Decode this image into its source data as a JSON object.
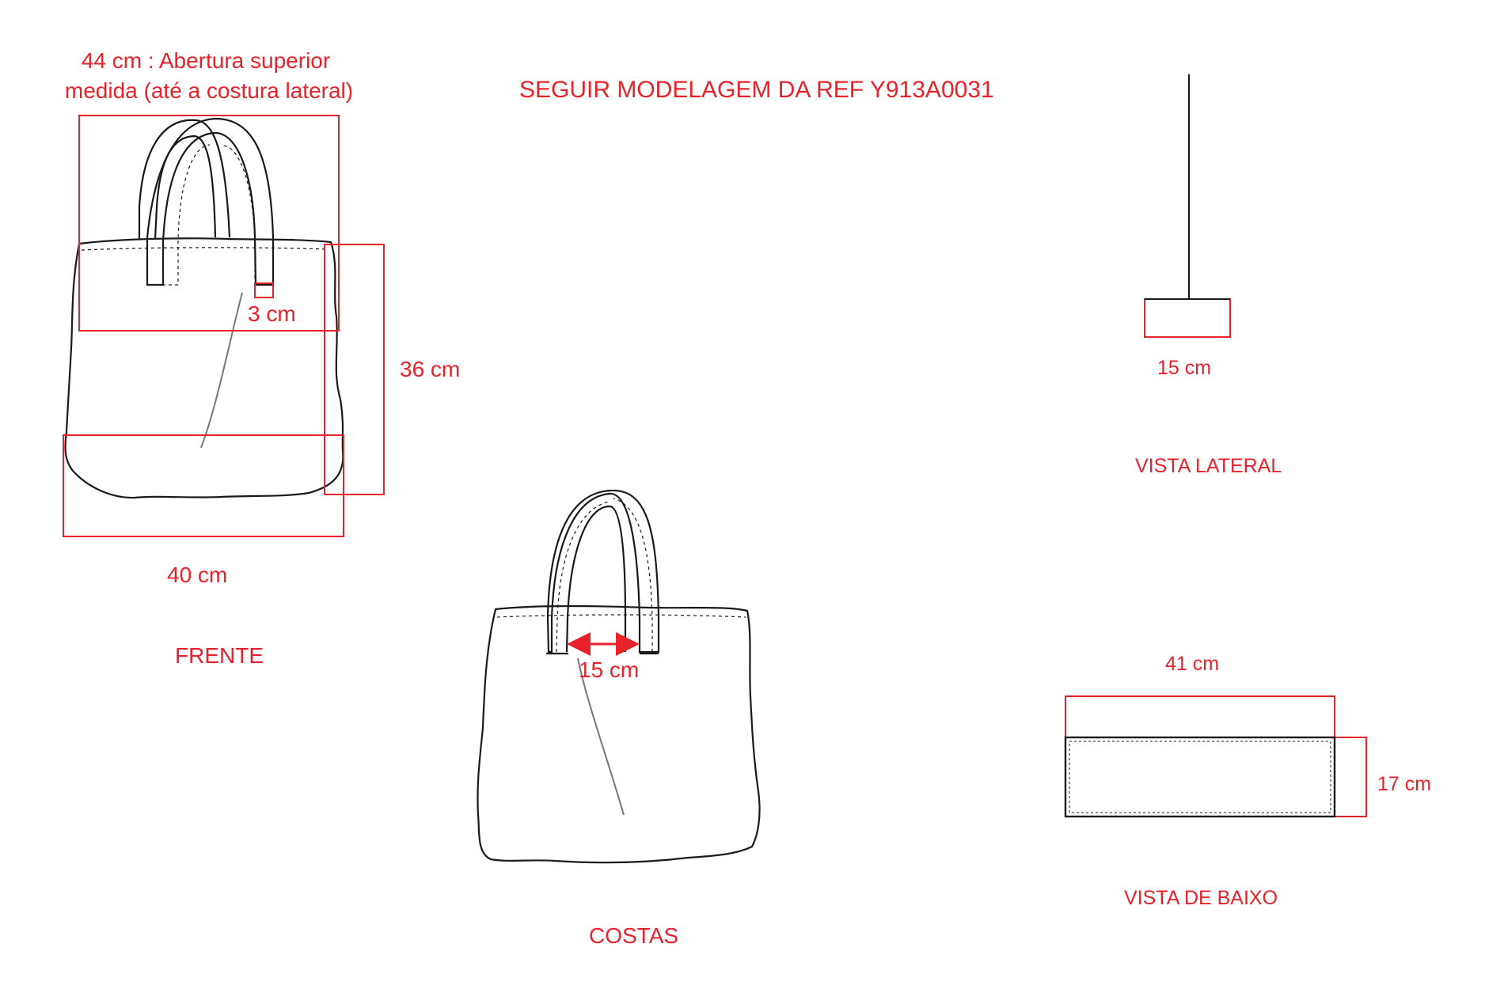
{
  "header": {
    "instruction": "SEGUIR MODELAGEM DA REF Y913A0031"
  },
  "front_view": {
    "caption": "FRENTE",
    "opening_line1": "44 cm : Abertura superior",
    "opening_line2": "medida (até a costura lateral)",
    "handle_width": "3 cm",
    "height": "36 cm",
    "base_width": "40 cm"
  },
  "back_view": {
    "caption": "COSTAS",
    "handle_spacing": "15 cm"
  },
  "side_view": {
    "caption": "VISTA LATERAL",
    "depth": "15 cm"
  },
  "bottom_view": {
    "caption": "VISTA DE BAIXO",
    "length": "41 cm",
    "depth": "17 cm"
  },
  "colors": {
    "annotation": "#e8222a",
    "outline": "#1a1a1a"
  }
}
